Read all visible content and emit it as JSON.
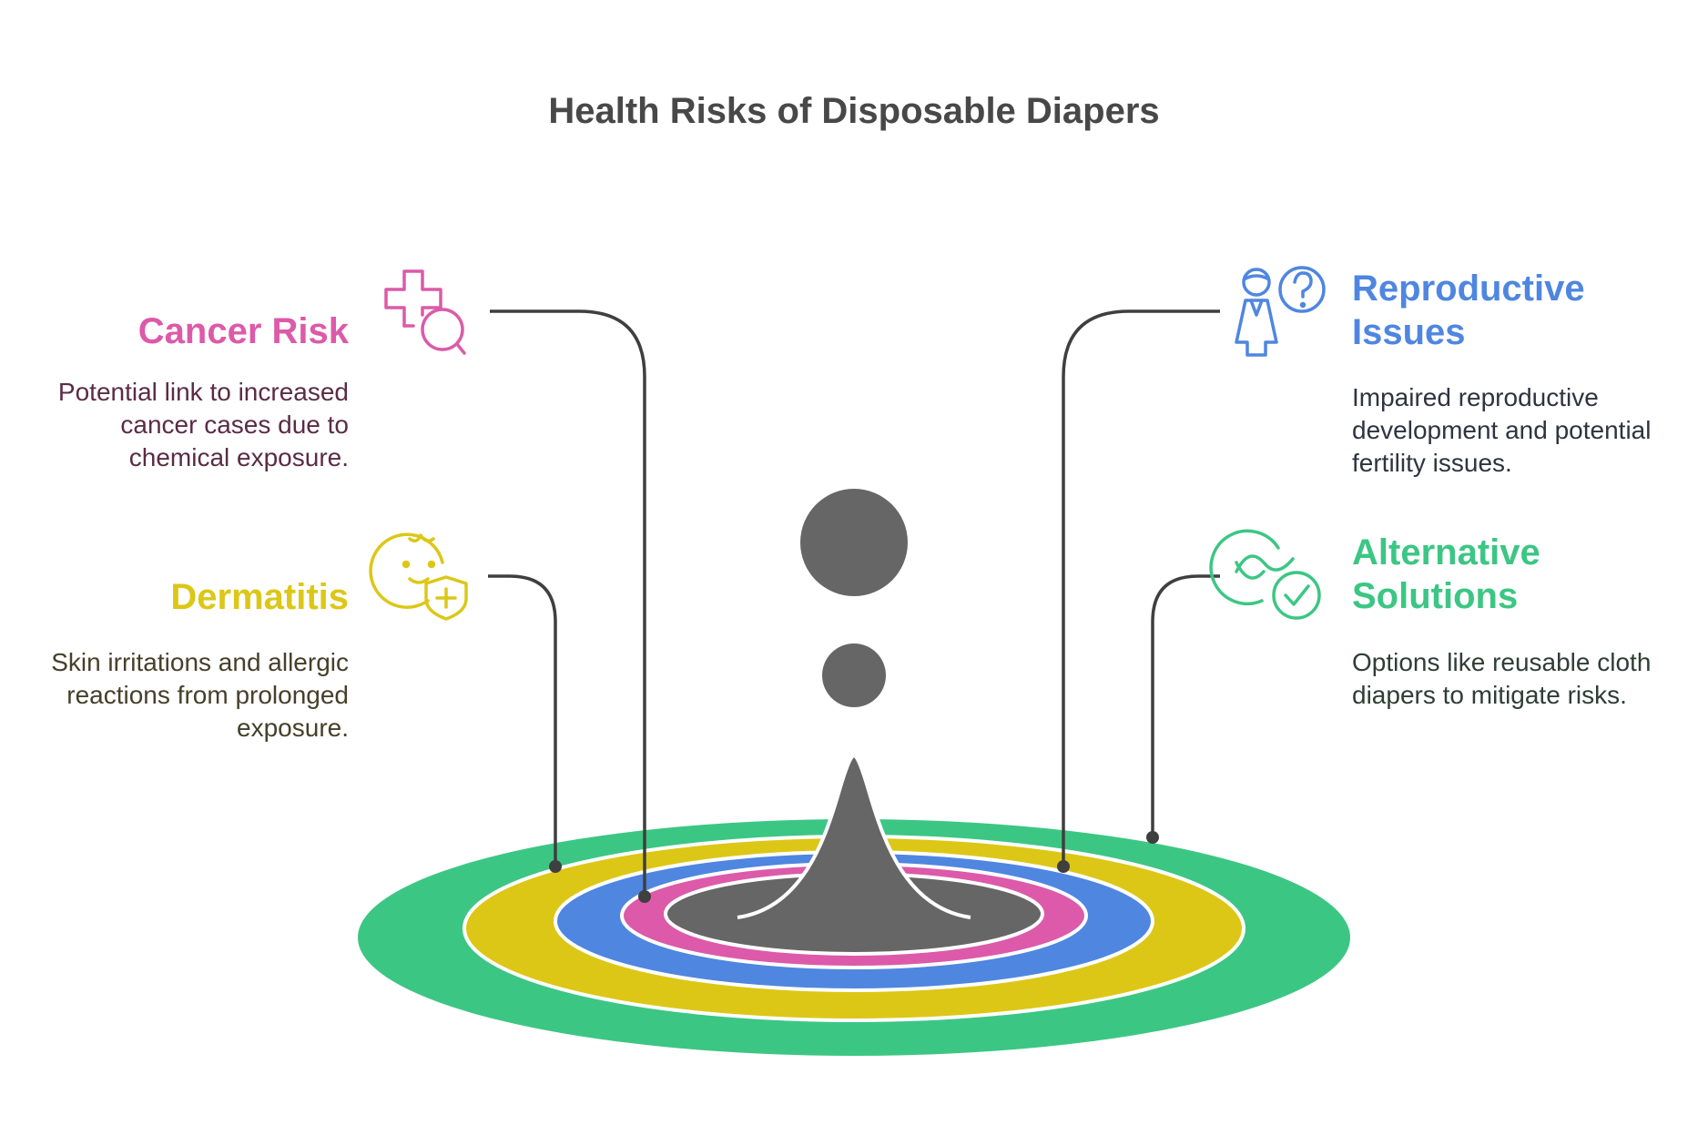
{
  "title": "Health Risks of Disposable Diapers",
  "items": {
    "cancer": {
      "heading": "Cancer Risk",
      "description": "Potential link to increased cancer cases due to chemical exposure.",
      "color": "#DC5AA9",
      "text_color": "#5A2C45",
      "icon": "medical-search-icon"
    },
    "dermatitis": {
      "heading": "Dermatitis",
      "description": "Skin irritations and allergic reactions from prolonged exposure.",
      "color": "#DCC717",
      "text_color": "#45402A",
      "icon": "baby-shield-icon"
    },
    "reproductive": {
      "heading": "Reproductive Issues",
      "description": "Impaired reproductive development and potential fertility issues.",
      "color": "#4F86E0",
      "text_color": "#2E3440",
      "icon": "person-question-icon"
    },
    "alternative": {
      "heading": "Alternative Solutions",
      "description": "Options like reusable cloth diapers to mitigate risks.",
      "color": "#3CC684",
      "text_color": "#2F3D36",
      "icon": "leaf-check-icon"
    }
  },
  "colors": {
    "drop": "#666666",
    "connector": "#3F3F3F",
    "title": "#484848"
  }
}
